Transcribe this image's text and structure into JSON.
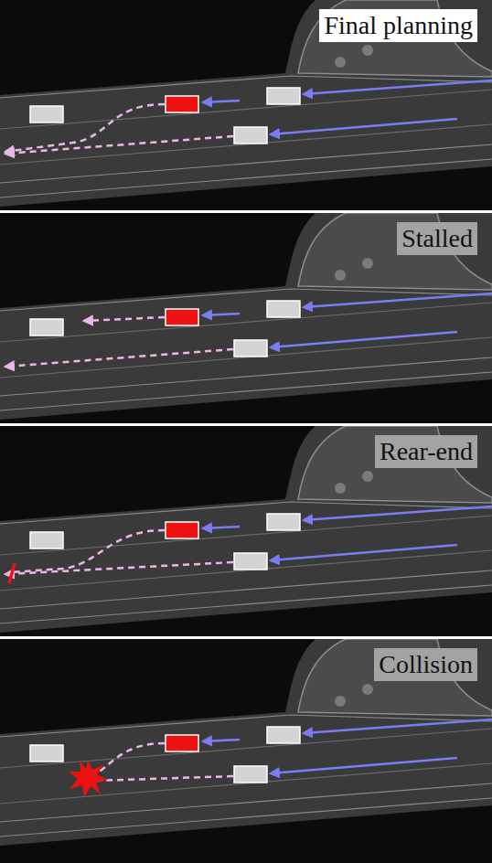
{
  "diagram": {
    "labels": [
      "Final planning",
      "Stalled",
      "Rear-end",
      "Collision"
    ]
  }
}
